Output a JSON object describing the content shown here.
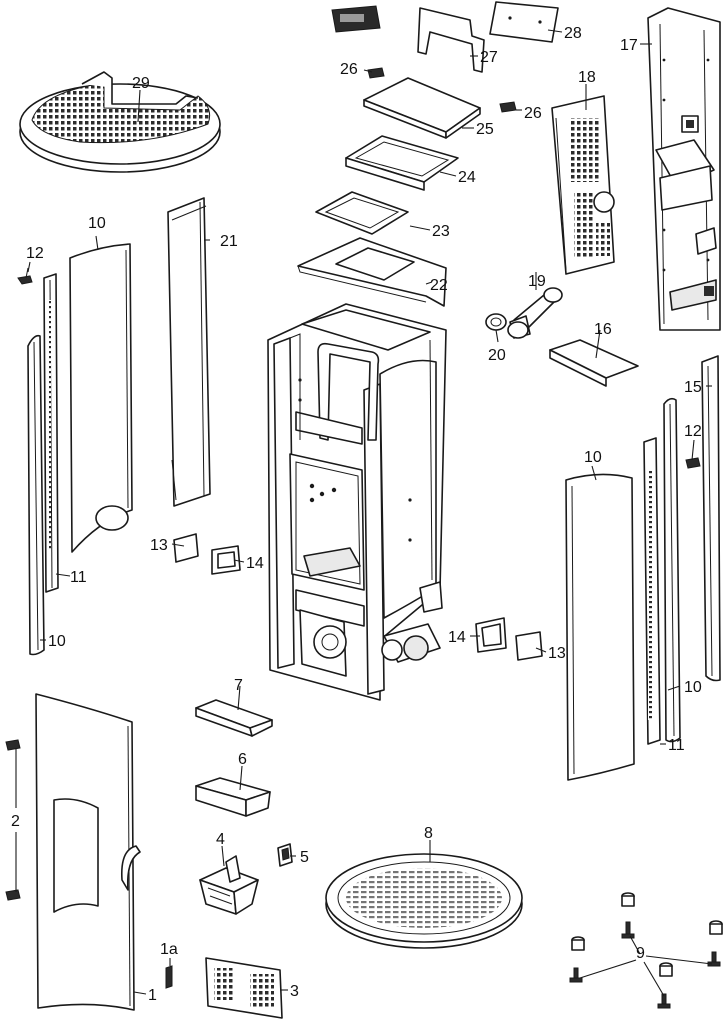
{
  "labels": {
    "p1": "1",
    "p1a": "1a",
    "p2": "2",
    "p3": "3",
    "p4": "4",
    "p5": "5",
    "p6": "6",
    "p7": "7",
    "p8": "8",
    "p9": "9",
    "p10a": "10",
    "p10b": "10",
    "p10c": "10",
    "p10d": "10",
    "p11a": "11",
    "p11b": "11",
    "p12a": "12",
    "p12b": "12",
    "p13a": "13",
    "p13b": "13",
    "p14a": "14",
    "p14b": "14",
    "p15": "15",
    "p16": "16",
    "p17": "17",
    "p18": "18",
    "p19": "19",
    "p20": "20",
    "p21": "21",
    "p22": "22",
    "p23": "23",
    "p24": "24",
    "p25": "25",
    "p26a": "26",
    "p26b": "26",
    "p27": "27",
    "p28": "28",
    "p29": "29"
  },
  "colors": {
    "line": "#1a1a1a",
    "fill": "#ffffff",
    "shade": "#e9e9e9"
  }
}
